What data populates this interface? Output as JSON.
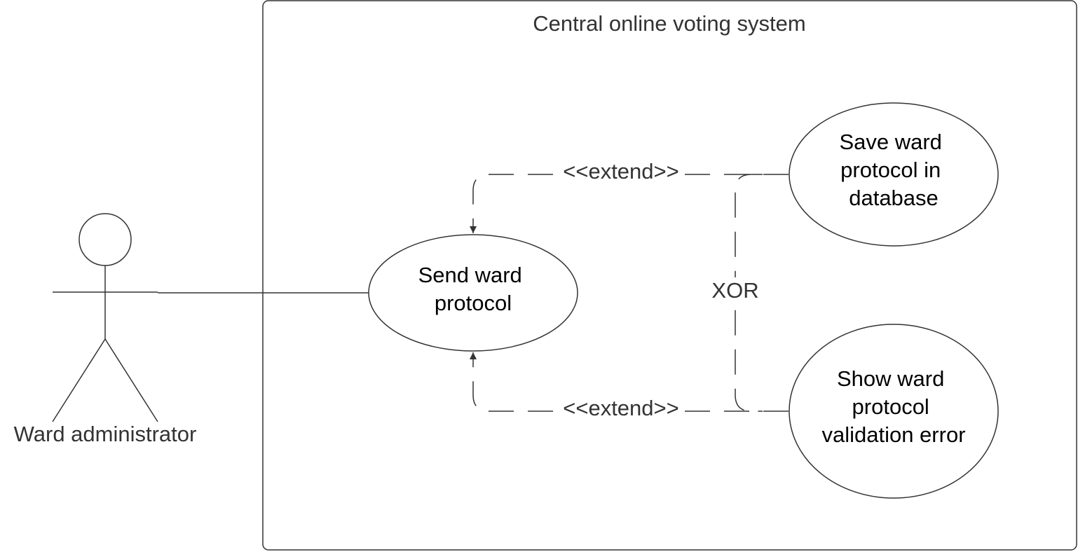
{
  "system": {
    "title": "Central online voting system"
  },
  "actor": {
    "name": "Ward administrator"
  },
  "use_cases": {
    "send": {
      "lines": [
        "Send ward",
        "protocol"
      ]
    },
    "save": {
      "lines": [
        "Save ward",
        "protocol in",
        "database"
      ]
    },
    "show": {
      "lines": [
        "Show ward",
        "protocol",
        "validation error"
      ]
    }
  },
  "relations": {
    "extend_top": "<<extend>>",
    "extend_bottom": "<<extend>>",
    "constraint": "XOR"
  },
  "colors": {
    "stroke": "#333333",
    "text": "#000000",
    "background": "#ffffff"
  }
}
